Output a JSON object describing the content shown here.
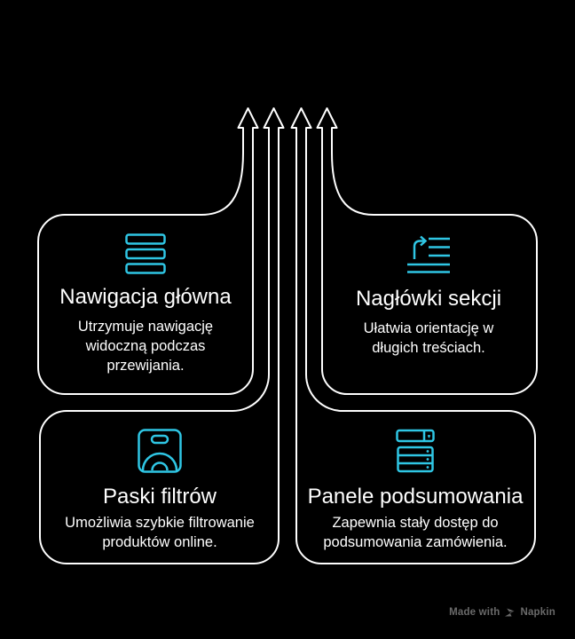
{
  "diagram": {
    "type": "converging-arrows-flow",
    "arrow_count": 4
  },
  "cards": [
    {
      "id": "main-navigation",
      "icon": "menu-bars-icon",
      "title": "Nawigacja główna",
      "description": "Utrzymuje nawigację\nwidoczną podczas\nprzewijania."
    },
    {
      "id": "section-headers",
      "icon": "section-jump-arrow-icon",
      "title": "Nagłówki sekcji",
      "description": "Ułatwia orientację w\ndługich treściach."
    },
    {
      "id": "filter-bars",
      "icon": "filter-gauge-bag-icon",
      "title": "Paski filtrów",
      "description": "Umożliwia szybkie filtrowanie\nproduktów online."
    },
    {
      "id": "summary-panels",
      "icon": "summary-stack-icon",
      "title": "Panele podsumowania",
      "description": "Zapewnia stały dostęp do\npodsumowania zamówienia."
    }
  ],
  "watermark": {
    "prefix": "Made with",
    "brand": "Napkin"
  },
  "colors": {
    "accent": "#2FC6E4",
    "background": "#000000",
    "outline": "#FFFFFF",
    "text": "#FFFFFF",
    "watermark": "#6A6A6A"
  }
}
